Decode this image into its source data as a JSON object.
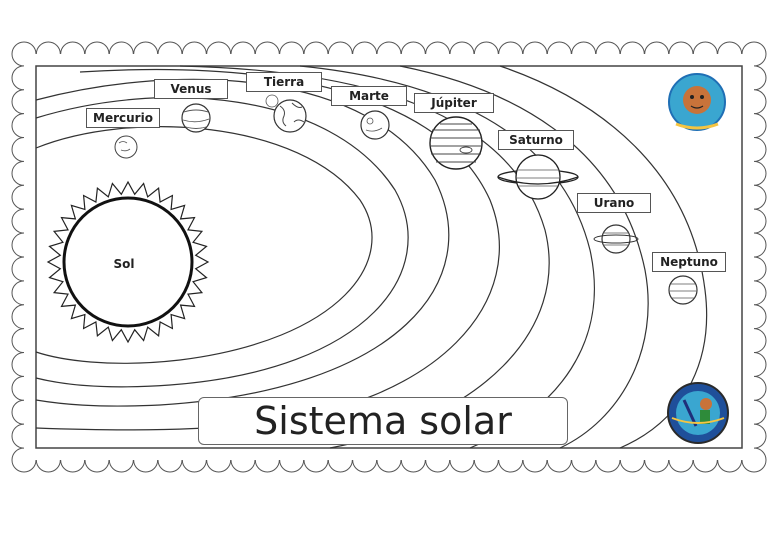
{
  "title": "Sistema solar",
  "sun": {
    "label": "Sol"
  },
  "planets": [
    {
      "id": "mercurio",
      "label": "Mercurio"
    },
    {
      "id": "venus",
      "label": "Venus"
    },
    {
      "id": "tierra",
      "label": "Tierra"
    },
    {
      "id": "marte",
      "label": "Marte"
    },
    {
      "id": "jupiter",
      "label": "Júpiter"
    },
    {
      "id": "saturno",
      "label": "Saturno"
    },
    {
      "id": "urano",
      "label": "Urano"
    },
    {
      "id": "neptuno",
      "label": "Neptuno"
    }
  ],
  "colors": {
    "line": "#333333",
    "border": "#555555",
    "logo_blue": "#1f6fb5",
    "logo_teal": "#3aa6d0"
  }
}
